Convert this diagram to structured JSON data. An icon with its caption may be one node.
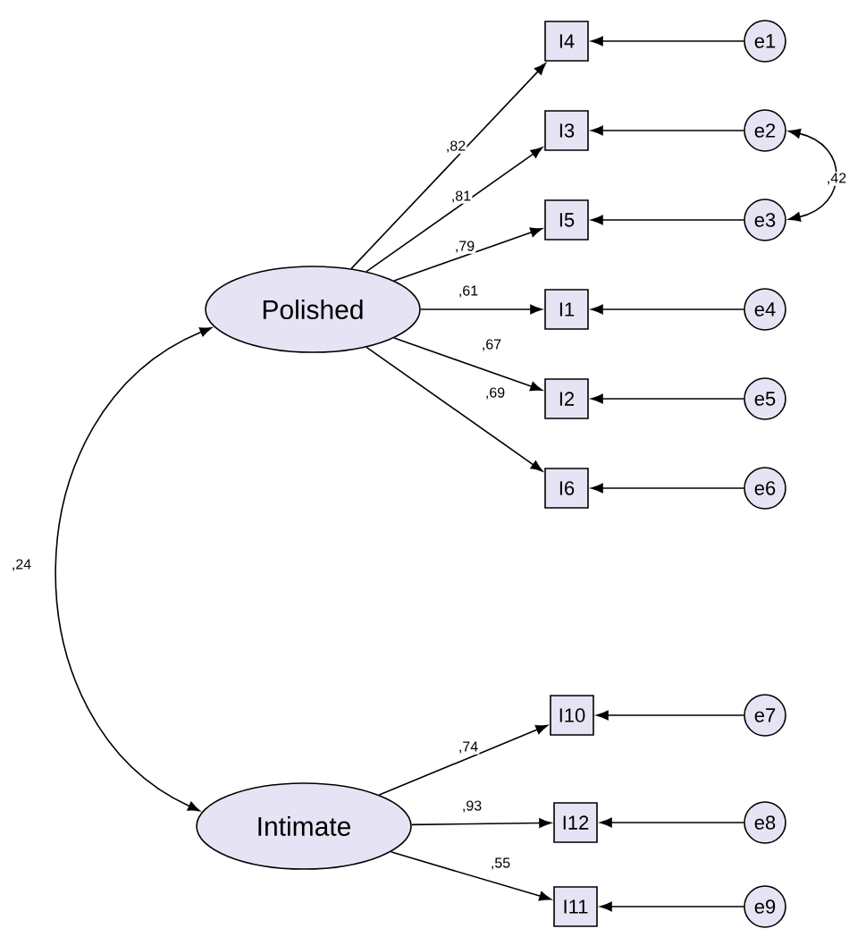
{
  "diagram": {
    "nodes": [
      {
        "text": [
          "Polished"
        ]
      },
      {
        "text": [
          "Intimate"
        ]
      },
      {
        "text": [
          "I4"
        ]
      },
      {
        "text": [
          "I3"
        ]
      },
      {
        "text": [
          "I5"
        ]
      },
      {
        "text": [
          "I1"
        ]
      },
      {
        "text": [
          "I2"
        ]
      },
      {
        "text": [
          "I6"
        ]
      },
      {
        "text": [
          "I10"
        ]
      },
      {
        "text": [
          "I12"
        ]
      },
      {
        "text": [
          "I11"
        ]
      },
      {
        "text": [
          "e1"
        ]
      },
      {
        "text": [
          "e2"
        ]
      },
      {
        "text": [
          "e3"
        ]
      },
      {
        "text": [
          "e4"
        ]
      },
      {
        "text": [
          "e5"
        ]
      },
      {
        "text": [
          "e6"
        ]
      },
      {
        "text": [
          "e7"
        ]
      },
      {
        "text": [
          "e8"
        ]
      },
      {
        "text": [
          "e9"
        ]
      }
    ],
    "edges": [
      {
        "from": 0,
        "to": 2,
        "arrow": "to",
        "label": ",82"
      },
      {
        "from": 0,
        "to": 3,
        "arrow": "to",
        "label": ",81"
      },
      {
        "from": 0,
        "to": 4,
        "arrow": "to",
        "label": ",79"
      },
      {
        "from": 0,
        "to": 5,
        "arrow": "to",
        "label": ",61"
      },
      {
        "from": 0,
        "to": 6,
        "arrow": "to",
        "label": ",67"
      },
      {
        "from": 0,
        "to": 7,
        "arrow": "to",
        "label": ",69"
      },
      {
        "from": 1,
        "to": 8,
        "arrow": "to",
        "label": ",74"
      },
      {
        "from": 1,
        "to": 9,
        "arrow": "to",
        "label": ",93"
      },
      {
        "from": 1,
        "to": 10,
        "arrow": "to",
        "label": ",55"
      },
      {
        "from": 11,
        "to": 2,
        "arrow": "to"
      },
      {
        "from": 12,
        "to": 3,
        "arrow": "to"
      },
      {
        "from": 13,
        "to": 4,
        "arrow": "to"
      },
      {
        "from": 14,
        "to": 5,
        "arrow": "to"
      },
      {
        "from": 15,
        "to": 6,
        "arrow": "to"
      },
      {
        "from": 16,
        "to": 7,
        "arrow": "to"
      },
      {
        "from": 17,
        "to": 8,
        "arrow": "to"
      },
      {
        "from": 18,
        "to": 9,
        "arrow": "to"
      },
      {
        "from": 19,
        "to": 10,
        "arrow": "to"
      },
      {
        "from": 12,
        "to": 13,
        "arrow": "both",
        "label": ",42"
      },
      {
        "from": 0,
        "to": 1,
        "arrow": "both",
        "label": ",24"
      }
    ]
  }
}
